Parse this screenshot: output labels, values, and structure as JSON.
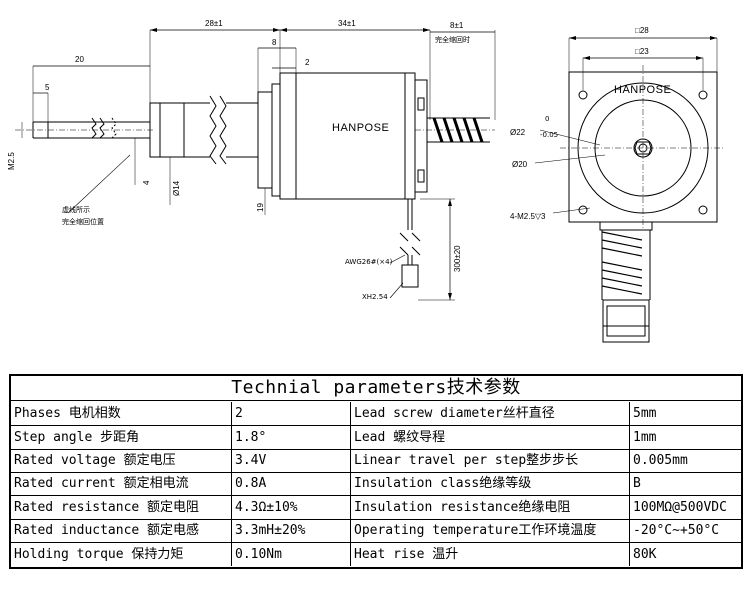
{
  "drawing": {
    "brand_side": "HANPOSE",
    "brand_front": "HANPOSE",
    "dims": {
      "d28": "28±1",
      "d34": "34±1",
      "d8a": "8±1",
      "d_note": "完全缩回时",
      "d8": "8",
      "d2": "2",
      "d20": "20",
      "d5": "5",
      "m25": "M2.5",
      "d4": "4",
      "phi14": "Ø14",
      "d19": "19",
      "d300": "300±20",
      "awg": "AWG26#(×4)",
      "xh": "XH2.54",
      "note_line1": "虚线所示",
      "note_line2": "完全缩回位置",
      "sq28": "□28",
      "sq23": "□23",
      "phi22": "Ø22",
      "tol_upper": "0",
      "tol_lower": "-0.05",
      "phi20": "Ø20",
      "holes": "4-M2.5▽3"
    }
  },
  "table": {
    "title": "Technial parameters技术参数",
    "rows": [
      [
        "Phases 电机相数",
        "2",
        "Lead screw diameter丝杆直径",
        "5mm"
      ],
      [
        "Step angle 步距角",
        "1.8°",
        "Lead 螺纹导程",
        "1mm"
      ],
      [
        "Rated voltage 额定电压",
        "3.4V",
        "Linear travel per step整步步长",
        "0.005mm"
      ],
      [
        "Rated current 额定相电流",
        "0.8A",
        "Insulation class绝缘等级",
        "B"
      ],
      [
        "Rated resistance 额定电阻",
        "4.3Ω±10%",
        "Insulation resistance绝缘电阻",
        "100MΩ@500VDC"
      ],
      [
        "Rated inductance 额定电感",
        "3.3mH±20%",
        "Operating temperature工作环境温度",
        "-20°C~+50°C"
      ],
      [
        "Holding torque 保持力矩",
        "0.10Nm",
        "Heat rise 温升",
        "80K"
      ]
    ]
  }
}
